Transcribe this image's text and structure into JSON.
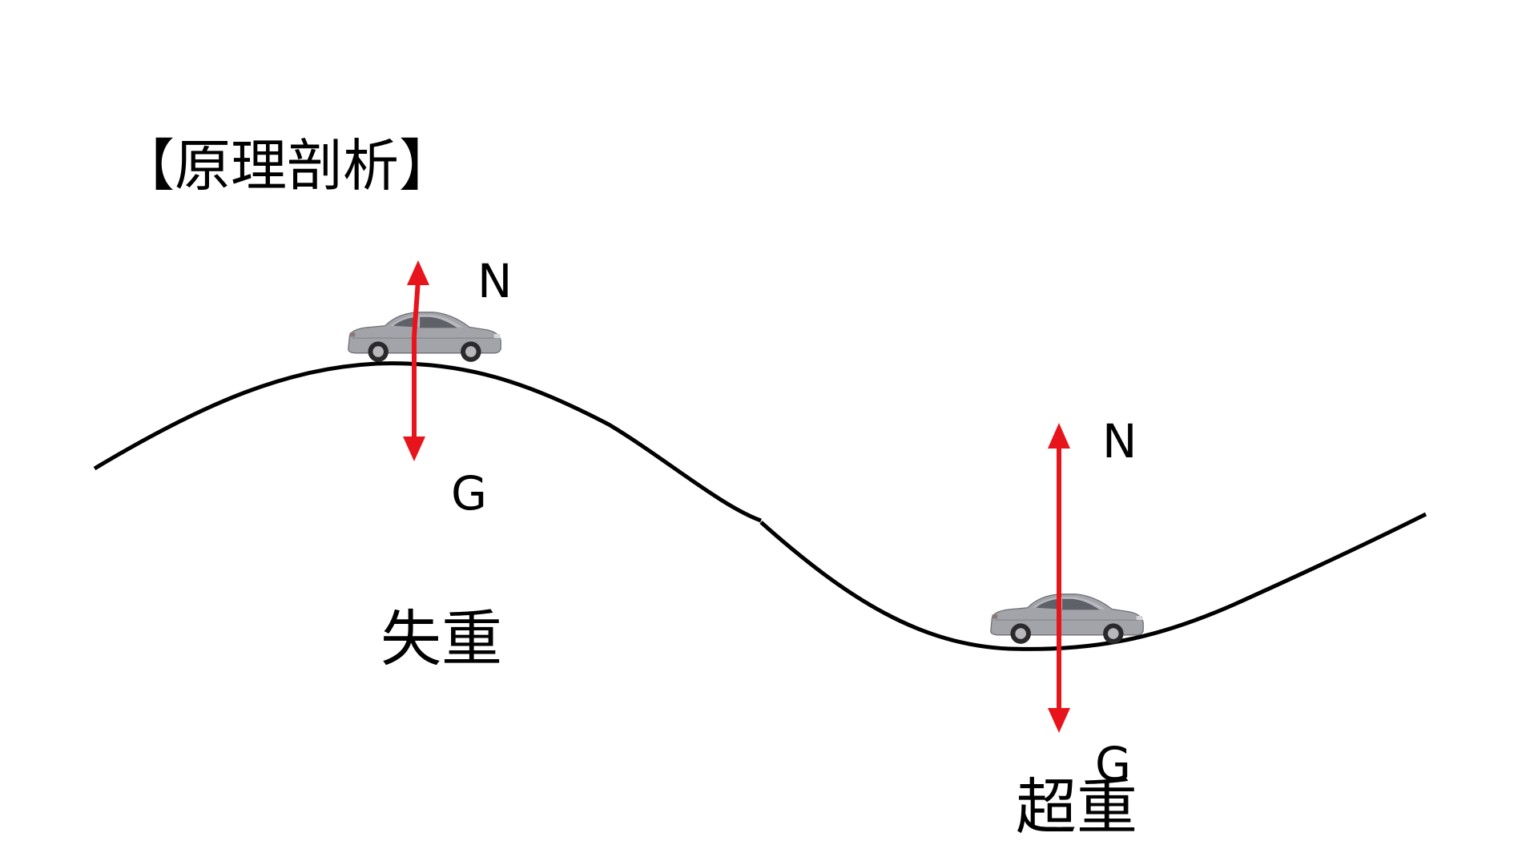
{
  "title": "【原理剖析】",
  "force_labels": {
    "normal_top": "N",
    "gravity_top": "G",
    "normal_bottom": "N",
    "gravity_bottom": "G"
  },
  "state_labels": {
    "top": "失重",
    "bottom": "超重"
  },
  "colors": {
    "arrow": "#e8141c",
    "road": "#000000",
    "car_body": "#9a9aa0",
    "car_window": "#5e6168"
  },
  "icons": {
    "car": "car-icon"
  }
}
